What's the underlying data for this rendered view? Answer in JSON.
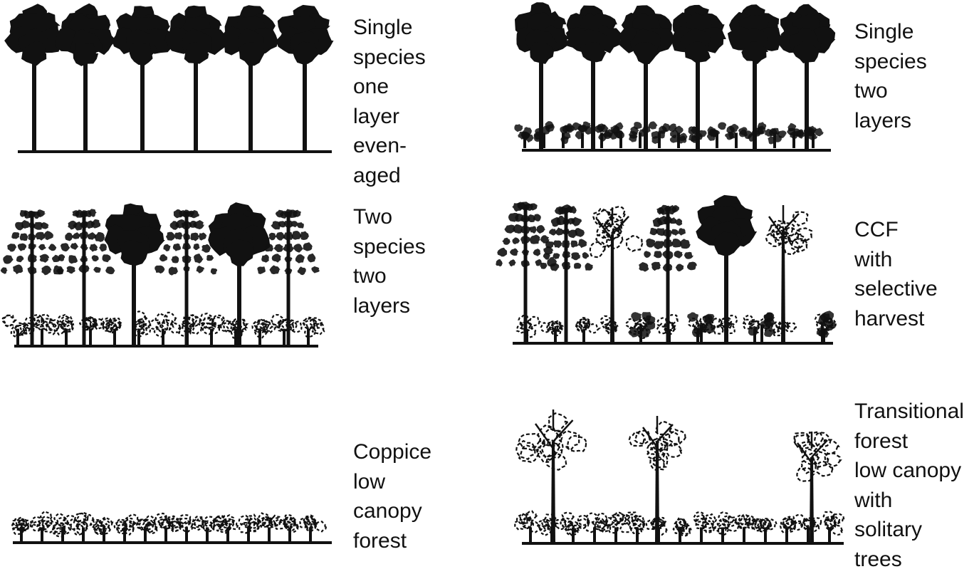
{
  "panels": [
    {
      "id": "p1",
      "label": "Single\nspecies one\nlayer\neven-aged"
    },
    {
      "id": "p2",
      "label": "Single\nspecies two\nlayers"
    },
    {
      "id": "p3",
      "label": "Two\nspecies two\nlayers"
    },
    {
      "id": "p4",
      "label": "CCF with\nselective\nharvest"
    },
    {
      "id": "p5",
      "label": "Coppice\nlow canopy\nforest"
    },
    {
      "id": "p6",
      "label": "Transitional\nforest\nlow canopy\nwith solitary\ntrees"
    }
  ],
  "colors": {
    "ink": "#111111",
    "background": "#ffffff"
  },
  "icons": [
    "broadleaf-tree-icon",
    "conifer-tree-icon",
    "pine-tree-icon",
    "shrub-icon"
  ]
}
